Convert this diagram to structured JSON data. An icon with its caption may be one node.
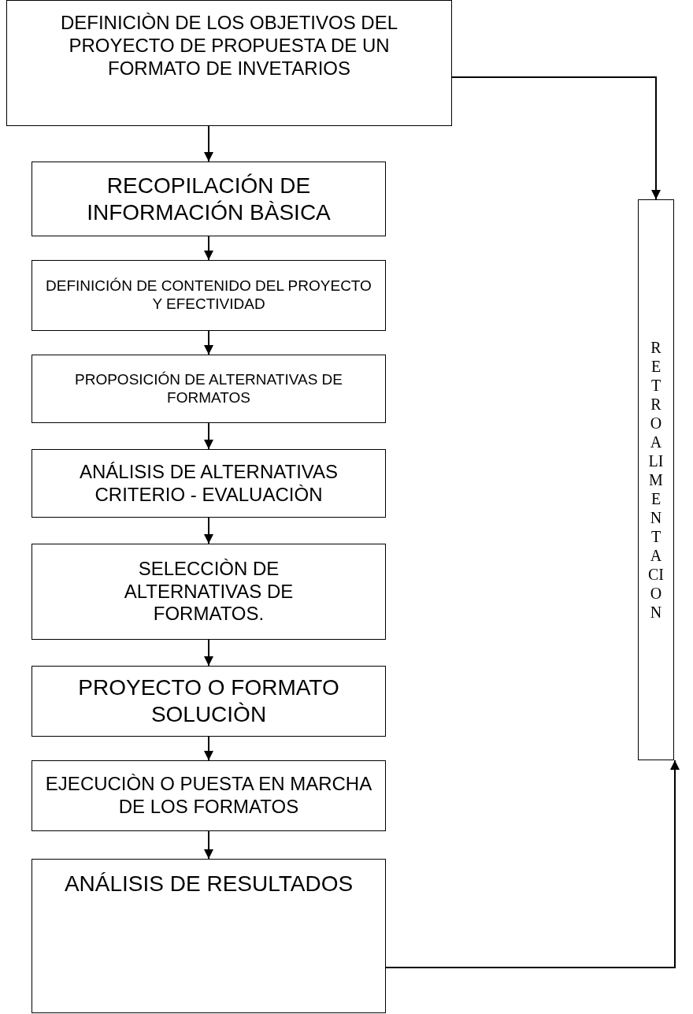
{
  "diagram": {
    "nodes": [
      {
        "text": [
          "DEFINICIÒN DE LOS OBJETIVOS DEL PROYECTO DE PROPUESTA DE UN FORMATO DE INVETARIOS"
        ]
      },
      {
        "text": [
          "RECOPILACIÓN DE INFORMACIÓN BÀSICA"
        ]
      },
      {
        "text": [
          "DEFINICIÓN DE CONTENIDO DEL PROYECTO Y EFECTIVIDAD"
        ]
      },
      {
        "text": [
          "PROPOSICIÓN DE ALTERNATIVAS DE FORMATOS"
        ]
      },
      {
        "text": [
          "ANÁLISIS DE ALTERNATIVAS CRITERIO - EVALUACIÒN"
        ]
      },
      {
        "text": [
          "SELECCIÒN DE ALTERNATIVAS DE FORMATOS."
        ]
      },
      {
        "text": [
          "PROYECTO O FORMATO SOLUCIÒN"
        ]
      },
      {
        "text": [
          "EJECUCIÒN O PUESTA EN MARCHA DE LOS FORMATOS"
        ]
      },
      {
        "text": [
          "ANÁLISIS DE RESULTADOS"
        ]
      },
      {
        "text": [
          "RETROALIMENTACION"
        ]
      }
    ],
    "edges": [
      {
        "from": 0,
        "to": 1,
        "arrow": "to"
      },
      {
        "from": 1,
        "to": 2,
        "arrow": "to"
      },
      {
        "from": 2,
        "to": 3,
        "arrow": "to"
      },
      {
        "from": 3,
        "to": 4,
        "arrow": "to"
      },
      {
        "from": 4,
        "to": 5,
        "arrow": "to"
      },
      {
        "from": 5,
        "to": 6,
        "arrow": "to"
      },
      {
        "from": 6,
        "to": 7,
        "arrow": "to"
      },
      {
        "from": 7,
        "to": 8,
        "arrow": "to"
      },
      {
        "from": 0,
        "to": 9,
        "arrow": "to"
      },
      {
        "from": 8,
        "to": 9,
        "arrow": "to"
      }
    ]
  }
}
